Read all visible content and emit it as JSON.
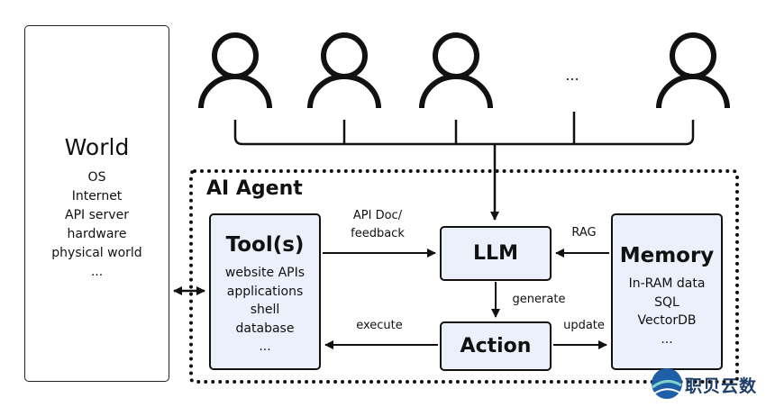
{
  "world": {
    "title": "World",
    "items": [
      "OS",
      "Internet",
      "API server",
      "hardware",
      "physical world",
      "..."
    ]
  },
  "users": {
    "ellipsis": "..."
  },
  "agent": {
    "title": "AI Agent",
    "tools": {
      "title": "Tool(s)",
      "items": [
        "website APIs",
        "applications",
        "shell",
        "database",
        "..."
      ]
    },
    "llm": {
      "title": "LLM"
    },
    "action": {
      "title": "Action"
    },
    "memory": {
      "title": "Memory",
      "items": [
        "In-RAM data",
        "SQL",
        "VectorDB",
        "..."
      ]
    },
    "edges": {
      "api_doc": [
        "API Doc/",
        "feedback"
      ],
      "rag": "RAG",
      "generate": "generate",
      "execute": "execute",
      "update": "update"
    }
  },
  "watermark": {
    "text": "职贝云数"
  },
  "colors": {
    "box_fill": "#ecf0fb",
    "stroke": "#111111",
    "watermark": "#1f3d66"
  }
}
